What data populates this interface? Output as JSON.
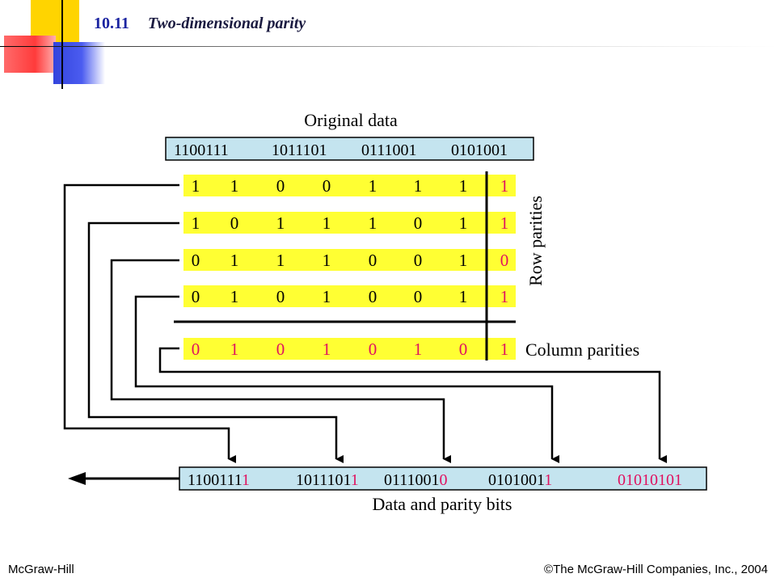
{
  "slide": {
    "number": "10.11",
    "title": "Two-dimensional parity"
  },
  "footer": {
    "left": "McGraw-Hill",
    "right": "©The McGraw-Hill Companies, Inc., 2004"
  },
  "diagram": {
    "original_data_label": "Original data",
    "original_data": [
      "1100111",
      "1011101",
      "0111001",
      "0101001"
    ],
    "rows": [
      {
        "bits": [
          "1",
          "1",
          "0",
          "0",
          "1",
          "1",
          "1"
        ],
        "parity": "1"
      },
      {
        "bits": [
          "1",
          "0",
          "1",
          "1",
          "1",
          "0",
          "1"
        ],
        "parity": "1"
      },
      {
        "bits": [
          "0",
          "1",
          "1",
          "1",
          "0",
          "0",
          "1"
        ],
        "parity": "0"
      },
      {
        "bits": [
          "0",
          "1",
          "0",
          "1",
          "0",
          "0",
          "1"
        ],
        "parity": "1"
      }
    ],
    "column_parity_row": {
      "bits": [
        "0",
        "1",
        "0",
        "1",
        "0",
        "1",
        "0"
      ],
      "parity": "1"
    },
    "row_parities_label": "Row parities",
    "column_parities_label": "Column parities",
    "output_label": "Data and parity bits",
    "output": [
      {
        "data": "1100111",
        "parity": "1"
      },
      {
        "data": "1011101",
        "parity": "1"
      },
      {
        "data": "0111001",
        "parity": "0"
      },
      {
        "data": "0101001",
        "parity": "1"
      },
      {
        "data": "",
        "parity": "01010101"
      }
    ],
    "colors": {
      "box_blue": "#c4e4ef",
      "row_yellow": "#ffff33",
      "parity_red": "#e0115f",
      "text": "#000000"
    }
  }
}
